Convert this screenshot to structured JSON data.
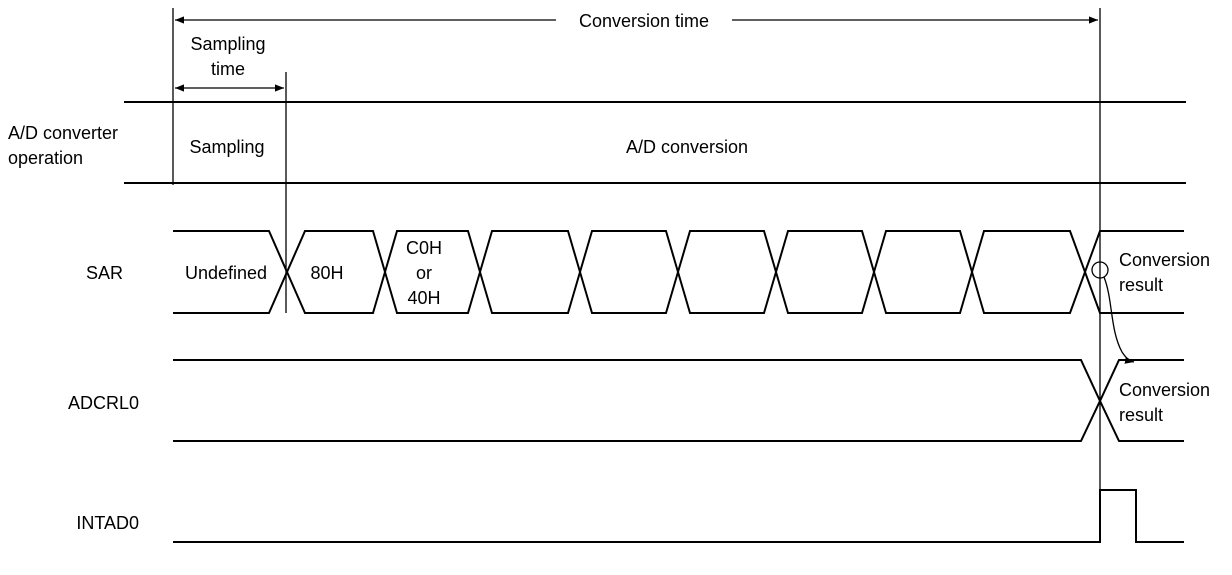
{
  "timing": {
    "conversion_time": "Conversion time",
    "sampling_time_line1": "Sampling",
    "sampling_time_line2": "time"
  },
  "signals": {
    "adc_operation": {
      "label_line1": "A/D converter",
      "label_line2": "operation",
      "phase_sampling": "Sampling",
      "phase_conversion": "A/D conversion"
    },
    "sar": {
      "label": "SAR",
      "state_undefined": "Undefined",
      "state_80h": "80H",
      "state_c0h_line1": "C0H",
      "state_c0h_line2": "or",
      "state_c0h_line3": "40H",
      "result_line1": "Conversion",
      "result_line2": "result"
    },
    "adcrl0": {
      "label": "ADCRL0",
      "result_line1": "Conversion",
      "result_line2": "result"
    },
    "intad0": {
      "label": "INTAD0"
    }
  }
}
